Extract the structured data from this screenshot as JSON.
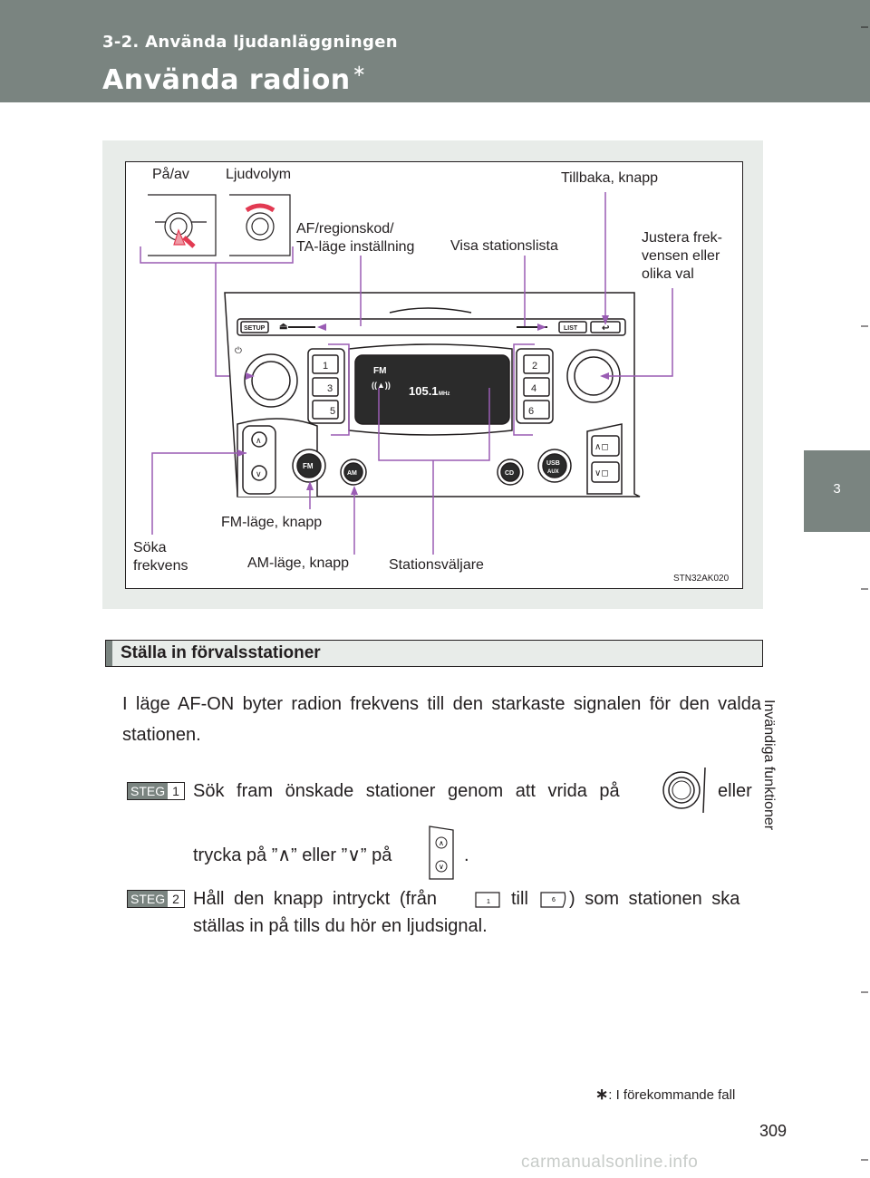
{
  "header": {
    "section": "3-2. Använda ljudanläggningen",
    "title": "Använda radion",
    "title_mark": "∗"
  },
  "side_tab": {
    "number": "3",
    "chapter": "Invändiga funktioner"
  },
  "figure": {
    "code": "STN32AK020",
    "labels": {
      "pa_av": "På/av",
      "ljudvolym": "Ljudvolym",
      "tillbaka": "Tillbaka, knapp",
      "af_line1": "AF/regionskod/",
      "af_line2": "TA-läge inställning",
      "visa": "Visa stationslista",
      "justera_1": "Justera frek-",
      "justera_2": "vensen eller",
      "justera_3": "olika val",
      "fm_knapp": "FM-läge, knapp",
      "soka_1": "Söka",
      "soka_2": "frekvens",
      "am_knapp": "AM-läge, knapp",
      "stationsvaljare": "Stationsväljare"
    },
    "panel": {
      "setup": "SETUP",
      "list": "LIST",
      "fm": "FM",
      "am": "AM",
      "cd": "CD",
      "usb": "USB",
      "aux": "AUX",
      "display_band": "FM",
      "display_freq": "105.1",
      "display_unit": "MHz",
      "presets": [
        "1",
        "2",
        "3",
        "4",
        "5",
        "6"
      ]
    }
  },
  "section": {
    "heading": "Ställa in förvalsstationer",
    "intro": "I läge AF-ON byter radion frekvens till den starkaste signalen för den valda stationen.",
    "steps": [
      {
        "tag": "STEG",
        "num": "1",
        "line1_a": "Sök fram önskade stationer genom att vrida på",
        "line1_b": "eller",
        "line2_a": "trycka på ”∧” eller ”∨” på",
        "line2_b": "."
      },
      {
        "tag": "STEG",
        "num": "2",
        "line1_a": "Håll den knapp intryckt (från",
        "line1_b": "till",
        "line1_c": ") som stationen ska",
        "line2": "ställas in på tills du hör en ljudsignal."
      }
    ]
  },
  "footnote": {
    "mark": "∗",
    "text": ": I förekommande fall"
  },
  "page_number": "309",
  "watermark": "carmanualsonline.info"
}
